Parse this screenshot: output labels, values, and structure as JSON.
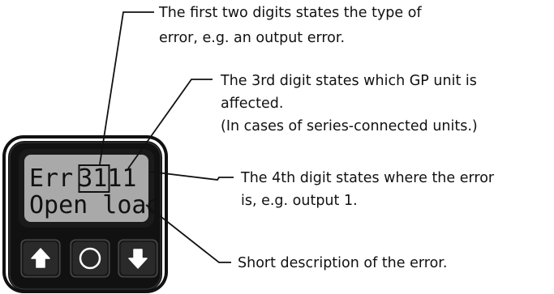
{
  "display": {
    "line1_word": "Err",
    "line1_code_highlighted": "31",
    "line1_code_rest": "11",
    "line2": "Open load"
  },
  "buttons": [
    {
      "icon": "arrow-up-icon"
    },
    {
      "icon": "circle-icon"
    },
    {
      "icon": "arrow-down-icon"
    }
  ],
  "annotations": {
    "first_two_digits": {
      "line1": "The first two digits states the type of",
      "line2": "error, e.g. an output error."
    },
    "third_digit": {
      "line1": "The 3rd digit states which GP unit is",
      "line2": "affected.",
      "line3": "(In cases of series-connected units.)"
    },
    "fourth_digit": {
      "line1": "The 4th digit states where the error",
      "line2": "is, e.g. output 1."
    },
    "description": {
      "line1": "Short description of the error."
    }
  },
  "colors": {
    "display_bg": "#a9a9a9",
    "bezel": "#111111",
    "button_dark": "#2a2a2a",
    "text": "#111111"
  }
}
